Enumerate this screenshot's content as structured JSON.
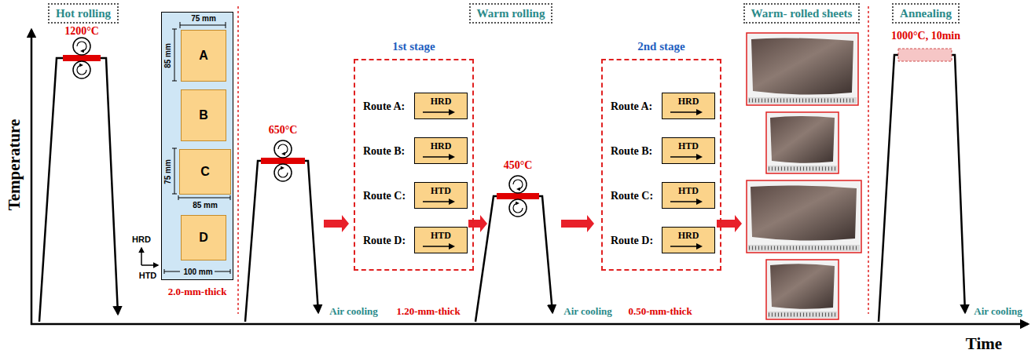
{
  "diagram": {
    "nodes": [
      {
        "text": [
          "Hot rolling"
        ]
      },
      {
        "text": [
          "75 mm",
          "85 mm",
          "75 mm",
          "85 mm",
          "100 mm"
        ]
      },
      {
        "text": [
          "A"
        ],
        "in": 1
      },
      {
        "text": [
          "B"
        ],
        "in": 1
      },
      {
        "text": [
          "C"
        ],
        "in": 1
      },
      {
        "text": [
          "D"
        ],
        "in": 1
      },
      {
        "text": [
          "Warm rolling"
        ]
      },
      {
        "text": [
          "1st stage",
          "Route A:",
          "Route B:",
          "Route C:",
          "Route D:"
        ]
      },
      {
        "text": [
          "HRD"
        ],
        "in": 7
      },
      {
        "text": [
          "HRD"
        ],
        "in": 7
      },
      {
        "text": [
          "HTD"
        ],
        "in": 7
      },
      {
        "text": [
          "HTD"
        ],
        "in": 7
      },
      {
        "text": [
          "2nd stage",
          "Route A:",
          "Route B:",
          "Route C:",
          "Route D:"
        ]
      },
      {
        "text": [
          "HRD"
        ],
        "in": 12
      },
      {
        "text": [
          "HTD"
        ],
        "in": 12
      },
      {
        "text": [
          "HTD"
        ],
        "in": 12
      },
      {
        "text": [
          "HRD"
        ],
        "in": 12
      },
      {
        "text": [
          "Warm- rolled sheets"
        ]
      },
      {
        "text": [
          "Annealing"
        ]
      }
    ],
    "labels": [
      "Temperature",
      "1200°C",
      "HRD",
      "HTD",
      "2.0-mm-thick",
      "650°C",
      "Air cooling",
      "1.20-mm-thick",
      "450°C",
      "Air cooling",
      "0.50-mm-thick",
      "1000°C, 10min",
      "Air cooling",
      "Time"
    ]
  }
}
